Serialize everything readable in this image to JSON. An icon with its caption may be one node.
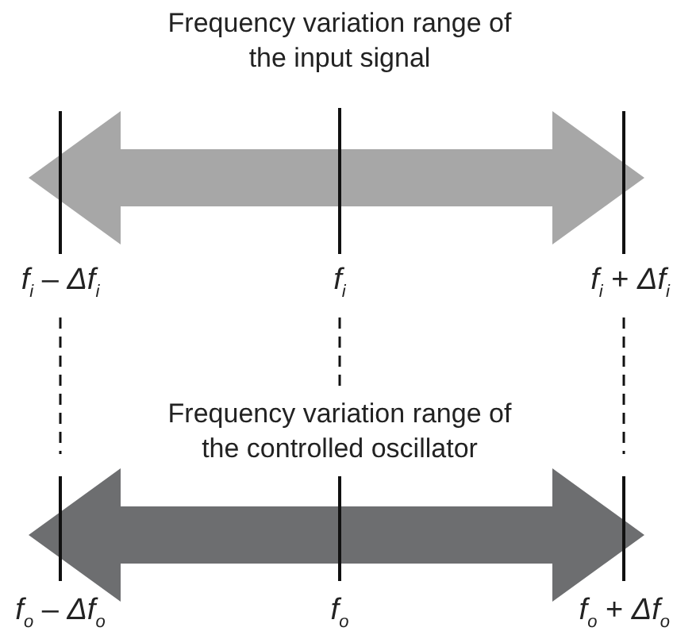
{
  "diagram": {
    "labels": [
      "Frequency variation range of the input signal",
      "*f*$_{i}$ – *Δf*$_{i}$",
      "*f*$_{i}$",
      "*f*$_{i}$ + *Δf*$_{i}$",
      "Frequency variation range of the controlled oscillator",
      "*f*$_{o}$ – *Δf*$_{o}$",
      "*f*$_{o}$",
      "*f*$_{o}$ + *Δf*$_{o}$"
    ]
  }
}
